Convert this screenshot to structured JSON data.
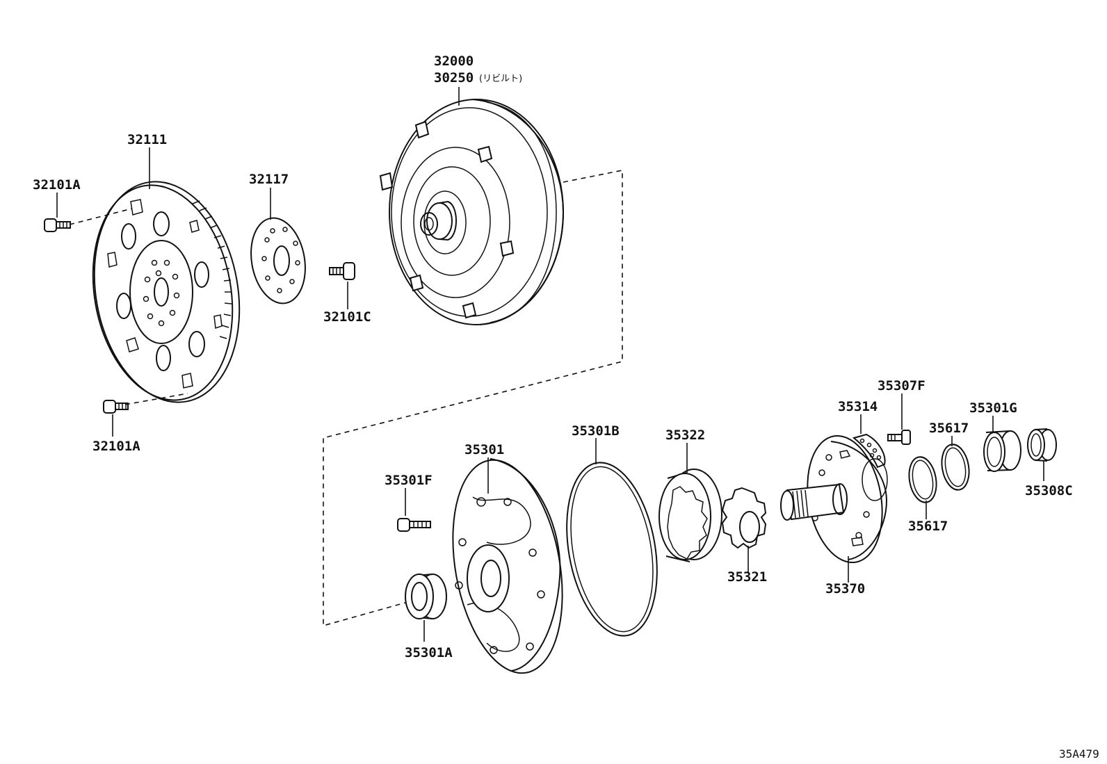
{
  "diagram_id": "35A479",
  "labels": {
    "p32000": "32000",
    "p30250": "30250",
    "p30250_note": "(リビルト)",
    "p32111": "32111",
    "p32101A_top": "32101A",
    "p32101A_bottom": "32101A",
    "p32117": "32117",
    "p32101C": "32101C",
    "p35301": "35301",
    "p35301A": "35301A",
    "p35301B": "35301B",
    "p35301F": "35301F",
    "p35322": "35322",
    "p35321": "35321",
    "p35370": "35370",
    "p35314": "35314",
    "p35307F": "35307F",
    "p35617_top": "35617",
    "p35617_bottom": "35617",
    "p35301G": "35301G",
    "p35308C": "35308C"
  }
}
